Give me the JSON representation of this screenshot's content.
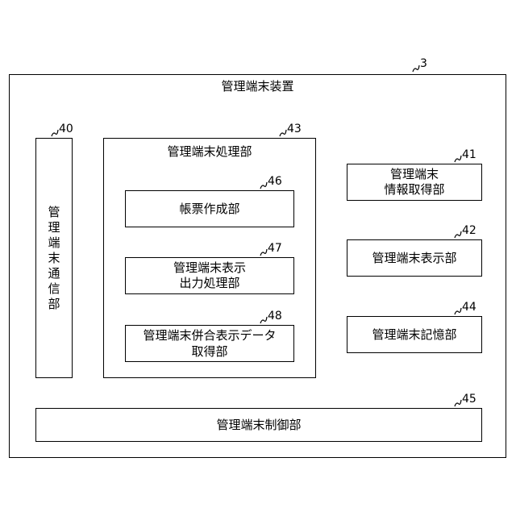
{
  "device": {
    "title": "管理端末装置",
    "ref": "3"
  },
  "comm_unit": {
    "label": "管理端末通信部",
    "ref": "40"
  },
  "processing_unit": {
    "title": "管理端末処理部",
    "ref": "43"
  },
  "form_creation": {
    "label": "帳票作成部",
    "ref": "46"
  },
  "display_output": {
    "line1": "管理端末表示",
    "line2": "出力処理部",
    "ref": "47"
  },
  "combined_display": {
    "line1": "管理端末併合表示データ",
    "line2": "取得部",
    "ref": "48"
  },
  "info_acquisition": {
    "line1": "管理端末",
    "line2": "情報取得部",
    "ref": "41"
  },
  "display_unit": {
    "label": "管理端末表示部",
    "ref": "42"
  },
  "storage_unit": {
    "label": "管理端末記憶部",
    "ref": "44"
  },
  "control_unit": {
    "label": "管理端末制御部",
    "ref": "45"
  }
}
